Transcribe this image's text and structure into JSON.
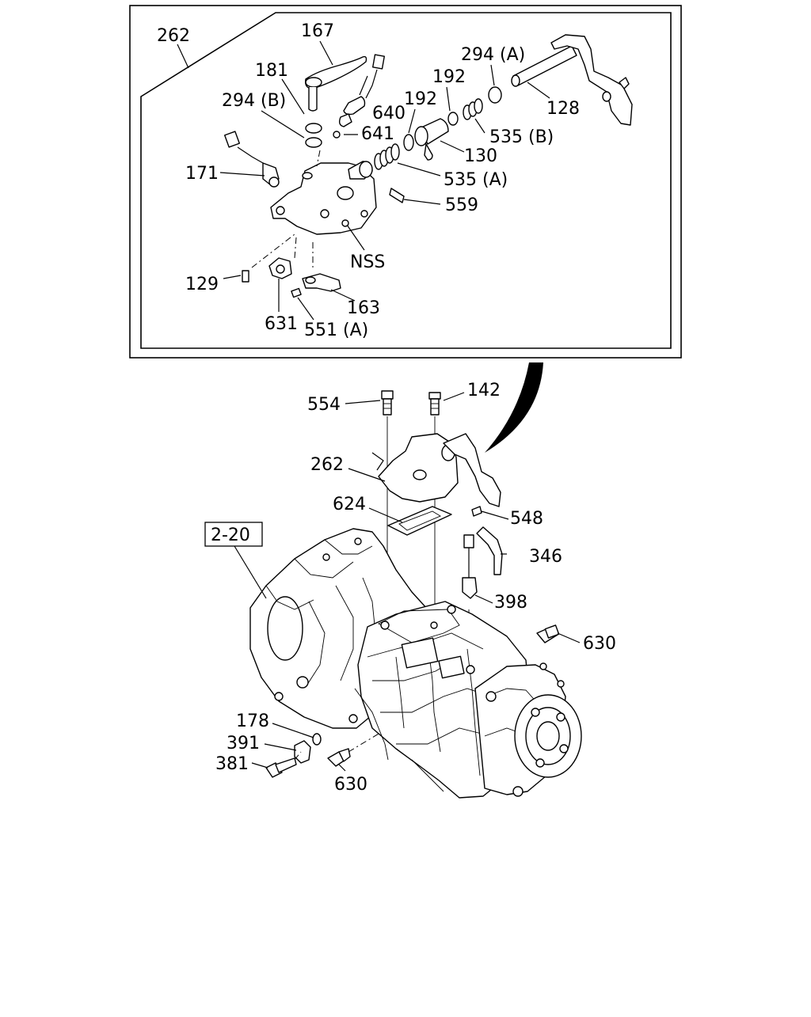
{
  "diagram": {
    "inset_labels": {
      "l262": "262",
      "l167": "167",
      "l181": "181",
      "l294b": "294 (B)",
      "l640": "640",
      "l641": "641",
      "l192a": "192",
      "l192b": "192",
      "l294a": "294 (A)",
      "l128": "128",
      "l535b": "535 (B)",
      "l130": "130",
      "l535a": "535 (A)",
      "l171": "171",
      "l559": "559",
      "lnss": "NSS",
      "l129": "129",
      "l163": "163",
      "l631": "631",
      "l551a": "551 (A)"
    },
    "main_labels": {
      "l554": "554",
      "l142": "142",
      "l262": "262",
      "l624": "624",
      "l548": "548",
      "l220": "2-20",
      "l346": "346",
      "l398": "398",
      "l630a": "630",
      "l178": "178",
      "l391": "391",
      "l381": "381",
      "l630b": "630"
    }
  }
}
